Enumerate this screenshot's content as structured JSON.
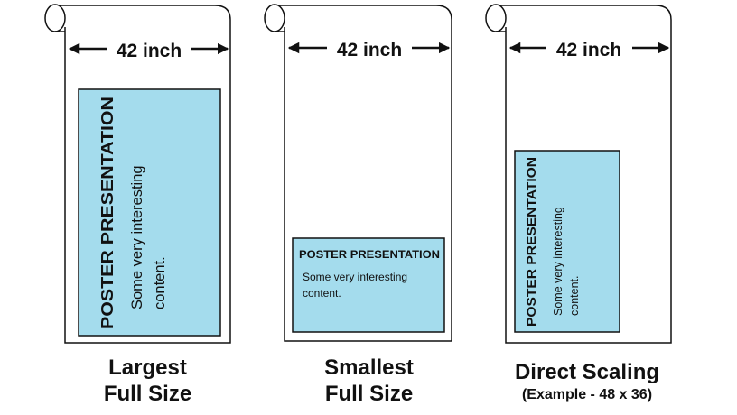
{
  "colors": {
    "poster_fill": "#a4dced",
    "outline": "#111111",
    "paper": "#ffffff"
  },
  "panels": [
    {
      "dimension_label": "42 inch",
      "caption_line1": "Largest",
      "caption_line2": "Full Size",
      "poster": {
        "orientation": "vertical",
        "title": "POSTER PRESENTATION",
        "body_line1": "Some very interesting",
        "body_line2": "content."
      }
    },
    {
      "dimension_label": "42 inch",
      "caption_line1": "Smallest",
      "caption_line2": "Full Size",
      "poster": {
        "orientation": "horizontal",
        "title": "POSTER PRESENTATION",
        "body_line1": "Some very interesting",
        "body_line2": "content."
      }
    },
    {
      "dimension_label": "42 inch",
      "caption_line1": "Direct Scaling",
      "caption_line2": "(Example - 48 x 36)",
      "poster": {
        "orientation": "vertical",
        "title": "POSTER PRESENTATION",
        "body_line1": "Some very interesting",
        "body_line2": "content."
      }
    }
  ]
}
